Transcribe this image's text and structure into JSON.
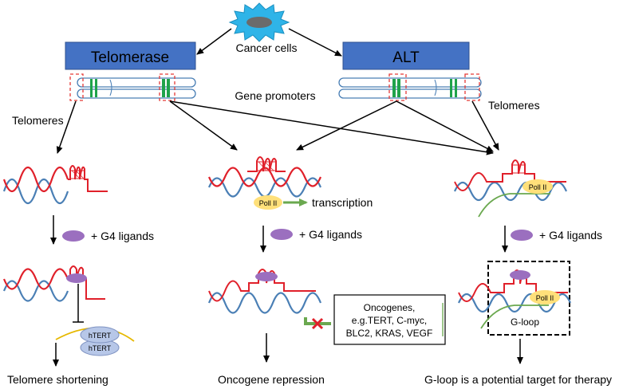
{
  "source": {
    "label": "Cancer cells"
  },
  "pathways": {
    "telomerase": {
      "label": "Telomerase",
      "color": "#4472C4"
    },
    "alt": {
      "label": "ALT",
      "color": "#4472C4"
    }
  },
  "labels": {
    "gene_promoters": "Gene promoters",
    "telomeres_left": "Telomeres",
    "telomeres_right": "Telomeres",
    "transcription": "transcription",
    "ligand_left": "+ G4 ligands",
    "ligand_mid": "+ G4 ligands",
    "ligand_right": "+ G4 ligands",
    "poll_mid": "Poll II",
    "poll_right_top": "Poll II",
    "poll_right_bottom": "Poll II",
    "hTERT_top": "hTERT",
    "hTERT_bottom": "hTERT",
    "gloop": "G-loop",
    "oncogenes_box": [
      "Oncogenes,",
      "e.g.TERT, C-myc,",
      "BLC2, KRAS, VEGF"
    ]
  },
  "outcomes": {
    "left": "Telomere shortening",
    "mid": "Oncogene repression",
    "right": "G-loop is a potential target for therapy"
  },
  "colors": {
    "dna_blue": "#4a7fb5",
    "dna_red": "#e0202a",
    "ligand_purple": "#9b6fbf",
    "poll_yellow": "#ffe07a",
    "green": "#6aa84f",
    "cancer_cell": "#2fb4e8",
    "promoter_green": "#1fa34a",
    "dashed_red": "#e53935"
  }
}
